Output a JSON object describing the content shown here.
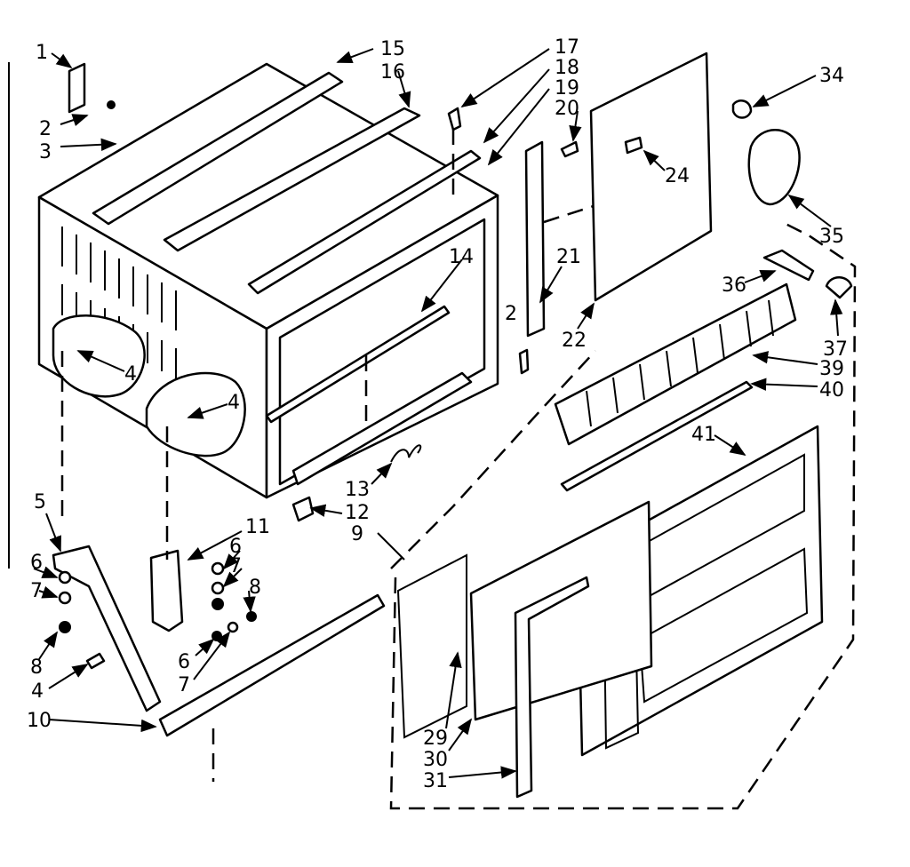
{
  "callouts": {
    "c1": "1",
    "c2a": "2",
    "c3": "3",
    "c4a": "4",
    "c4b": "4",
    "c4c": "4",
    "c5": "5",
    "c6a": "6",
    "c6b": "6",
    "c6c": "6",
    "c7a": "7",
    "c7b": "7",
    "c7c": "7",
    "c8a": "8",
    "c8b": "8",
    "c9": "9",
    "c10": "10",
    "c11": "11",
    "c12": "12",
    "c13": "13",
    "c14": "14",
    "c15": "15",
    "c16": "16",
    "c17": "17",
    "c18": "18",
    "c19": "19",
    "c20": "20",
    "c21": "21",
    "c2b": "2",
    "c22": "22",
    "c24": "24",
    "c29": "29",
    "c30": "30",
    "c31": "31",
    "c34": "34",
    "c35": "35",
    "c36": "36",
    "c37": "37",
    "c39": "39",
    "c40": "40",
    "c41": "41"
  }
}
